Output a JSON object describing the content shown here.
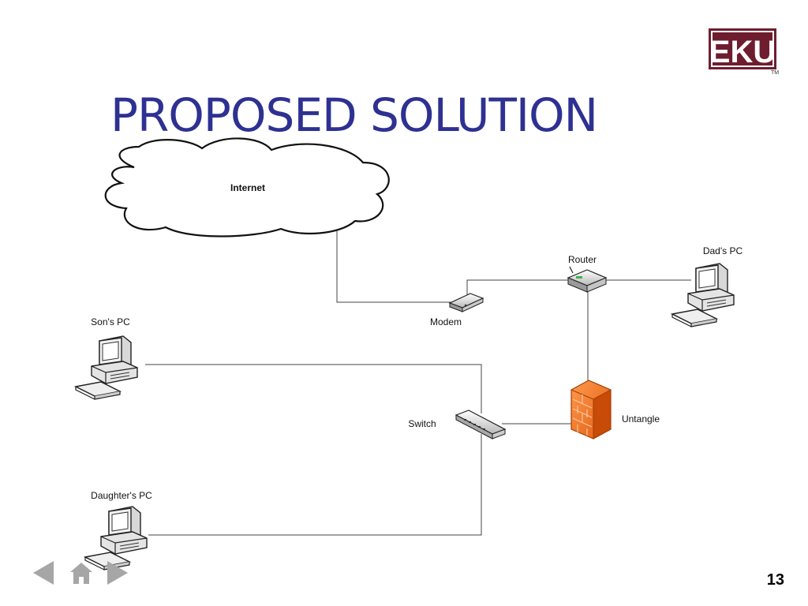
{
  "slide": {
    "title": "PROPOSED SOLUTION",
    "page_number": "13",
    "logo_text": "EKU",
    "logo_tm": "TM",
    "title_color": "#2e3192",
    "logo_color": "#6e1d2f"
  },
  "diagram": {
    "internet_label": "Internet",
    "modem_label": "Modem",
    "router_label": "Router",
    "dads_pc_label": "Dad's PC",
    "sons_pc_label": "Son's PC",
    "switch_label": "Switch",
    "untangle_label": "Untangle",
    "daughters_pc_label": "Daughter's PC"
  },
  "nav": {
    "prev_icon": "triangle-left-icon",
    "home_icon": "home-icon",
    "next_icon": "triangle-right-icon"
  }
}
